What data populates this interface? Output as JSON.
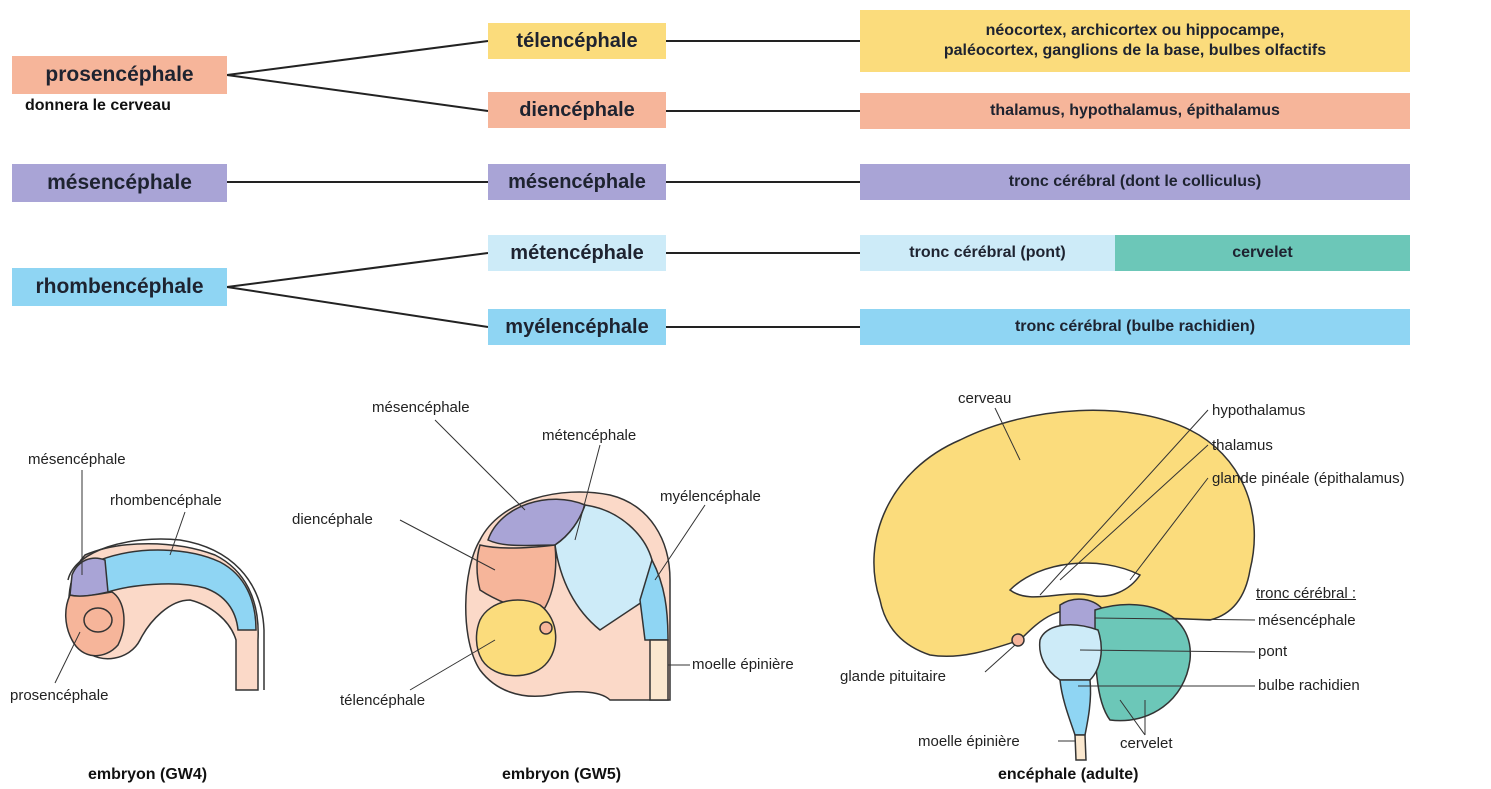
{
  "colors": {
    "prosencephale": "#f6b59a",
    "telencephale": "#fbdc7c",
    "mesencephale": "#a9a4d6",
    "rhombencephale": "#8fd5f3",
    "pont": "#cdebf8",
    "cervelet": "#6cc7b8"
  },
  "primary": {
    "prosencephale": "prosencéphale",
    "prosencephale_note": "donnera le cerveau",
    "mesencephale": "mésencéphale",
    "rhombencephale": "rhombencéphale"
  },
  "secondary": {
    "telencephale": "télencéphale",
    "diencephale": "diencéphale",
    "mesencephale": "mésencéphale",
    "metencephale": "métencéphale",
    "myelencephale": "myélencéphale"
  },
  "adult": {
    "telencephale_line1": "néocortex, archicortex ou hippocampe,",
    "telencephale_line2": "paléocortex, ganglions de la base, bulbes olfactifs",
    "diencephale": "thalamus, hypothalamus, épithalamus",
    "mesencephale": "tronc cérébral (dont le colliculus)",
    "pont": "tronc cérébral (pont)",
    "cervelet": "cervelet",
    "myelencephale": "tronc cérébral (bulbe rachidien)"
  },
  "gw4": {
    "mesencephale": "mésencéphale",
    "rhombencephale": "rhombencéphale",
    "prosencephale": "prosencéphale",
    "caption": "embryon (GW4)"
  },
  "gw5": {
    "mesencephale": "mésencéphale",
    "metencephale": "métencéphale",
    "diencephale": "diencéphale",
    "myelencephale": "myélencéphale",
    "moelle": "moelle épinière",
    "telencephale": "télencéphale",
    "caption": "embryon (GW5)"
  },
  "adult_brain": {
    "cerveau": "cerveau",
    "hypothalamus": "hypothalamus",
    "thalamus": "thalamus",
    "glande_pineale": "glande pinéale (épithalamus)",
    "tronc": "tronc cérébral :",
    "mesencephale": "mésencéphale",
    "pont": "pont",
    "bulbe": "bulbe rachidien",
    "glande_pituitaire": "glande pituitaire",
    "moelle": "moelle épinière",
    "cervelet": "cervelet",
    "caption": "encéphale (adulte)"
  }
}
